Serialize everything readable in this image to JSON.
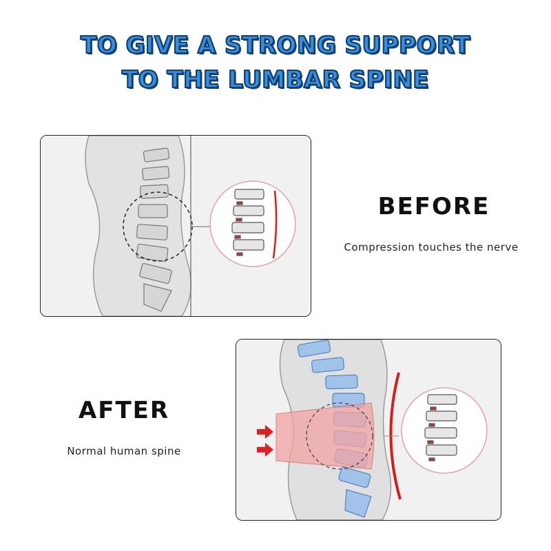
{
  "headline": {
    "line1": "TO GIVE A STRONG SUPPORT",
    "line2": "TO THE LUMBAR SPINE"
  },
  "before": {
    "title": "BEFORE",
    "description": "Compression touches the nerve"
  },
  "after": {
    "title": "AFTER",
    "description": "Normal human spine"
  },
  "colors": {
    "headline_fill": "#3a8fd4",
    "headline_stroke": "#0f3f7a",
    "support_band": "#f2a4a4",
    "arrow_red": "#e02020",
    "spine_blue": "#6fa3e0"
  }
}
